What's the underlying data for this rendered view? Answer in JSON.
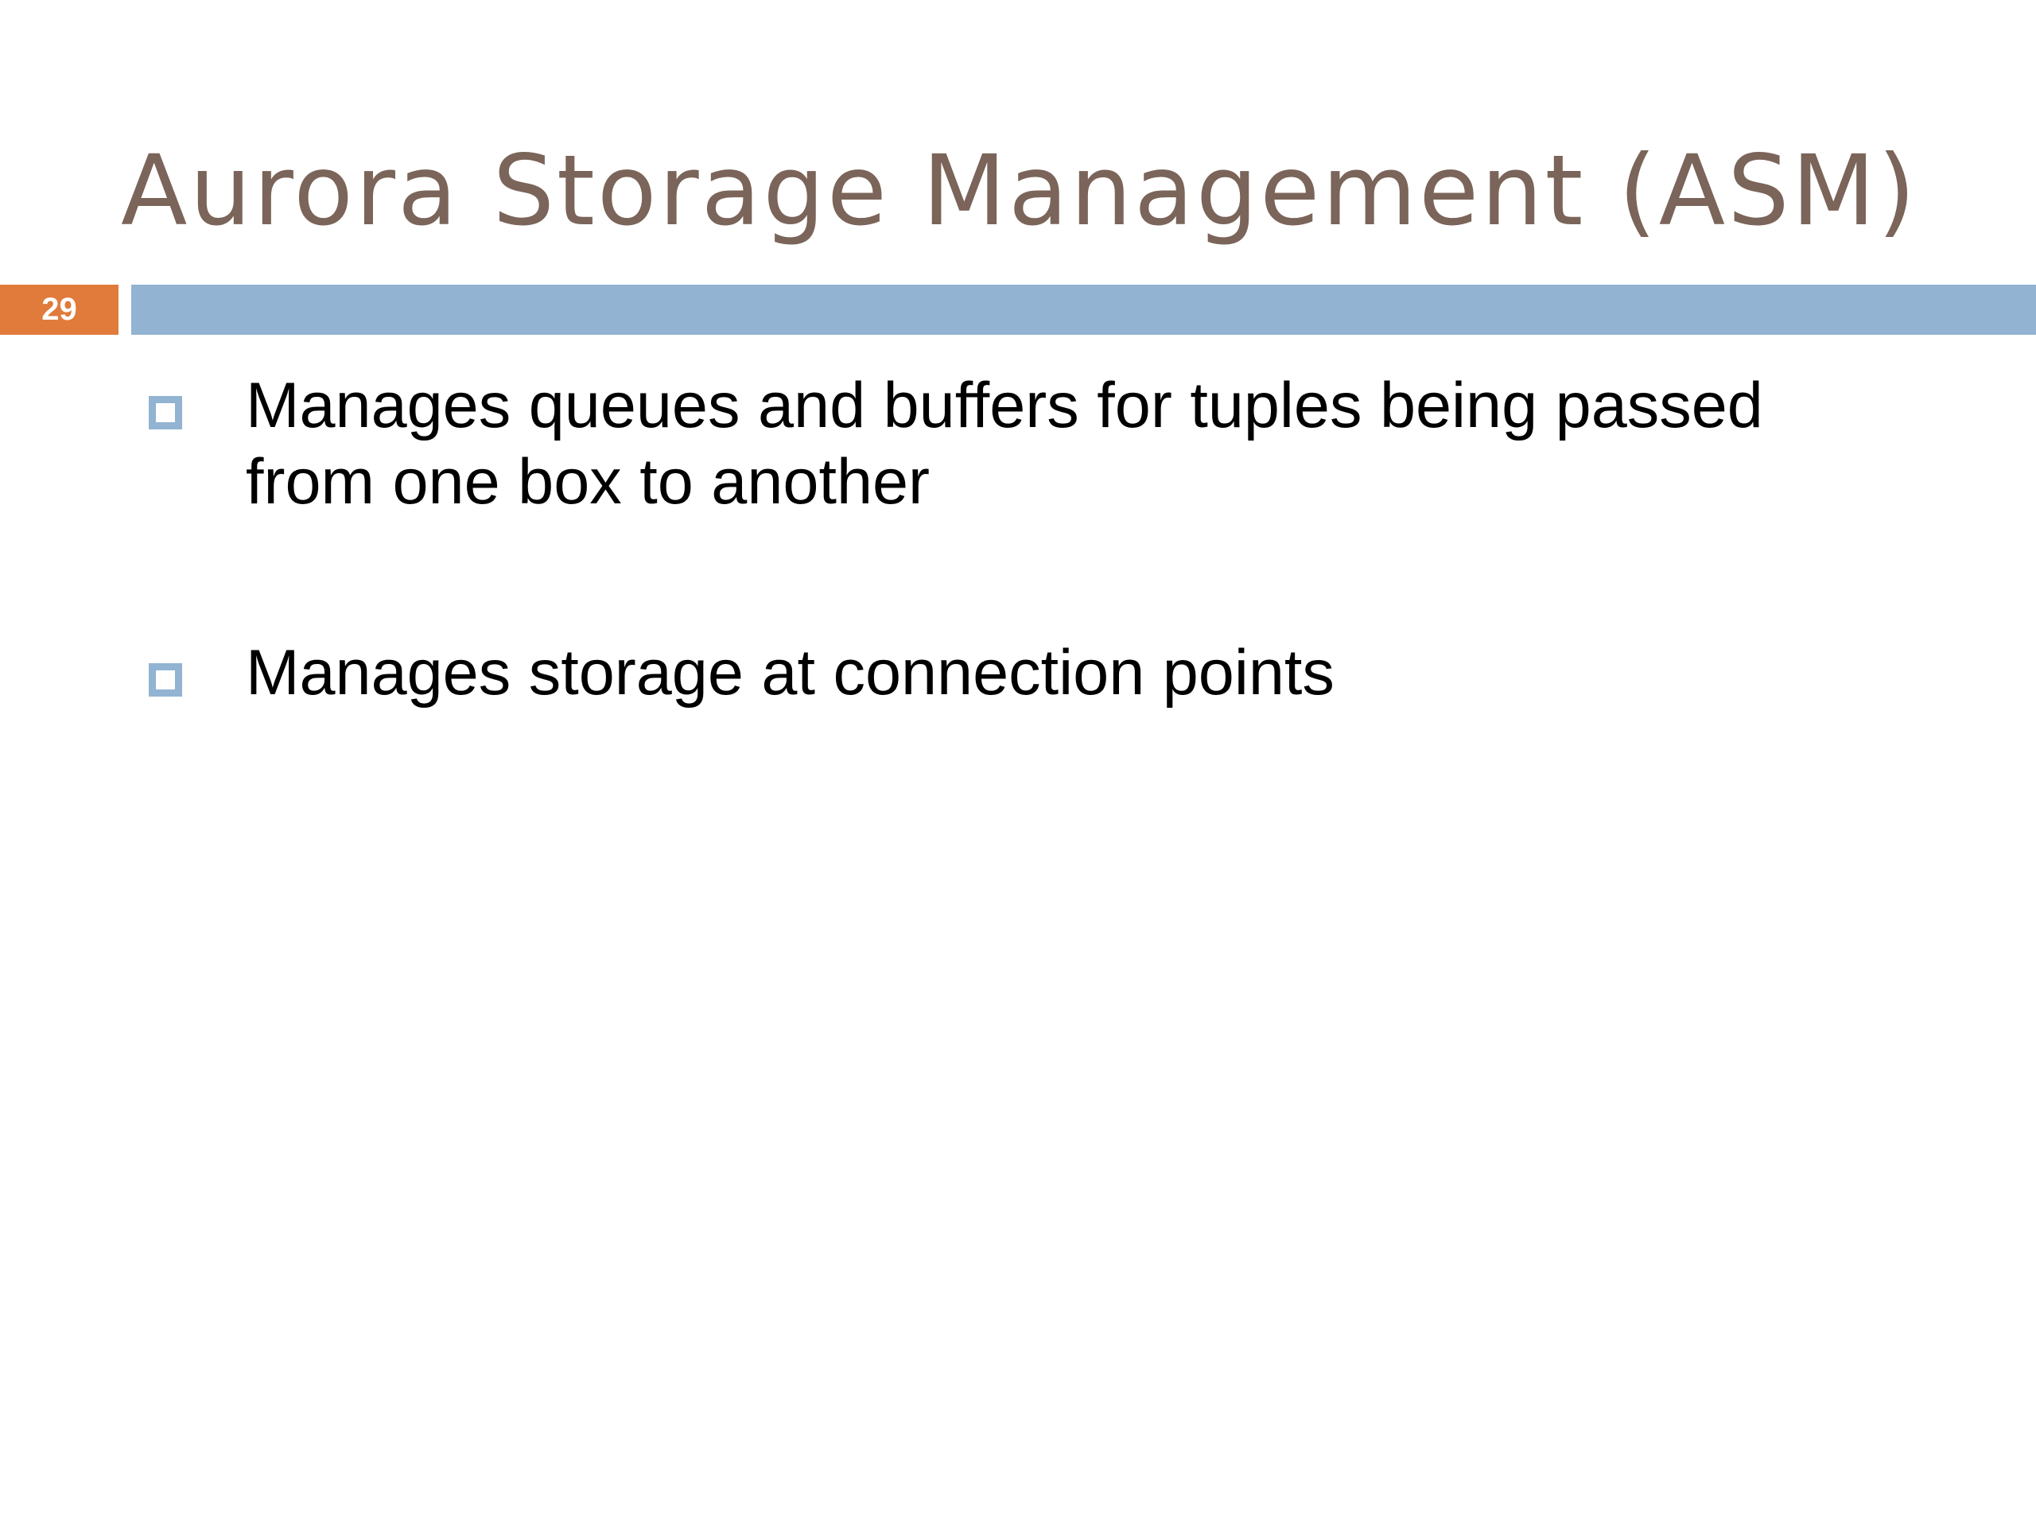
{
  "slide": {
    "title": "Aurora Storage Management (ASM)",
    "slide_number": "29",
    "bullets": [
      "Manages queues and buffers for tuples being passed from one box to another",
      "Manages storage at connection points"
    ]
  },
  "colors": {
    "title_text": "#7b6459",
    "slide_number_bg": "#e07b3b",
    "title_bar": "#92b3d2",
    "bullet_marker": "#92b3d2",
    "body_text": "#000000",
    "background": "#ffffff"
  },
  "icons": {
    "bullet": "hollow-square-bullet-icon"
  }
}
